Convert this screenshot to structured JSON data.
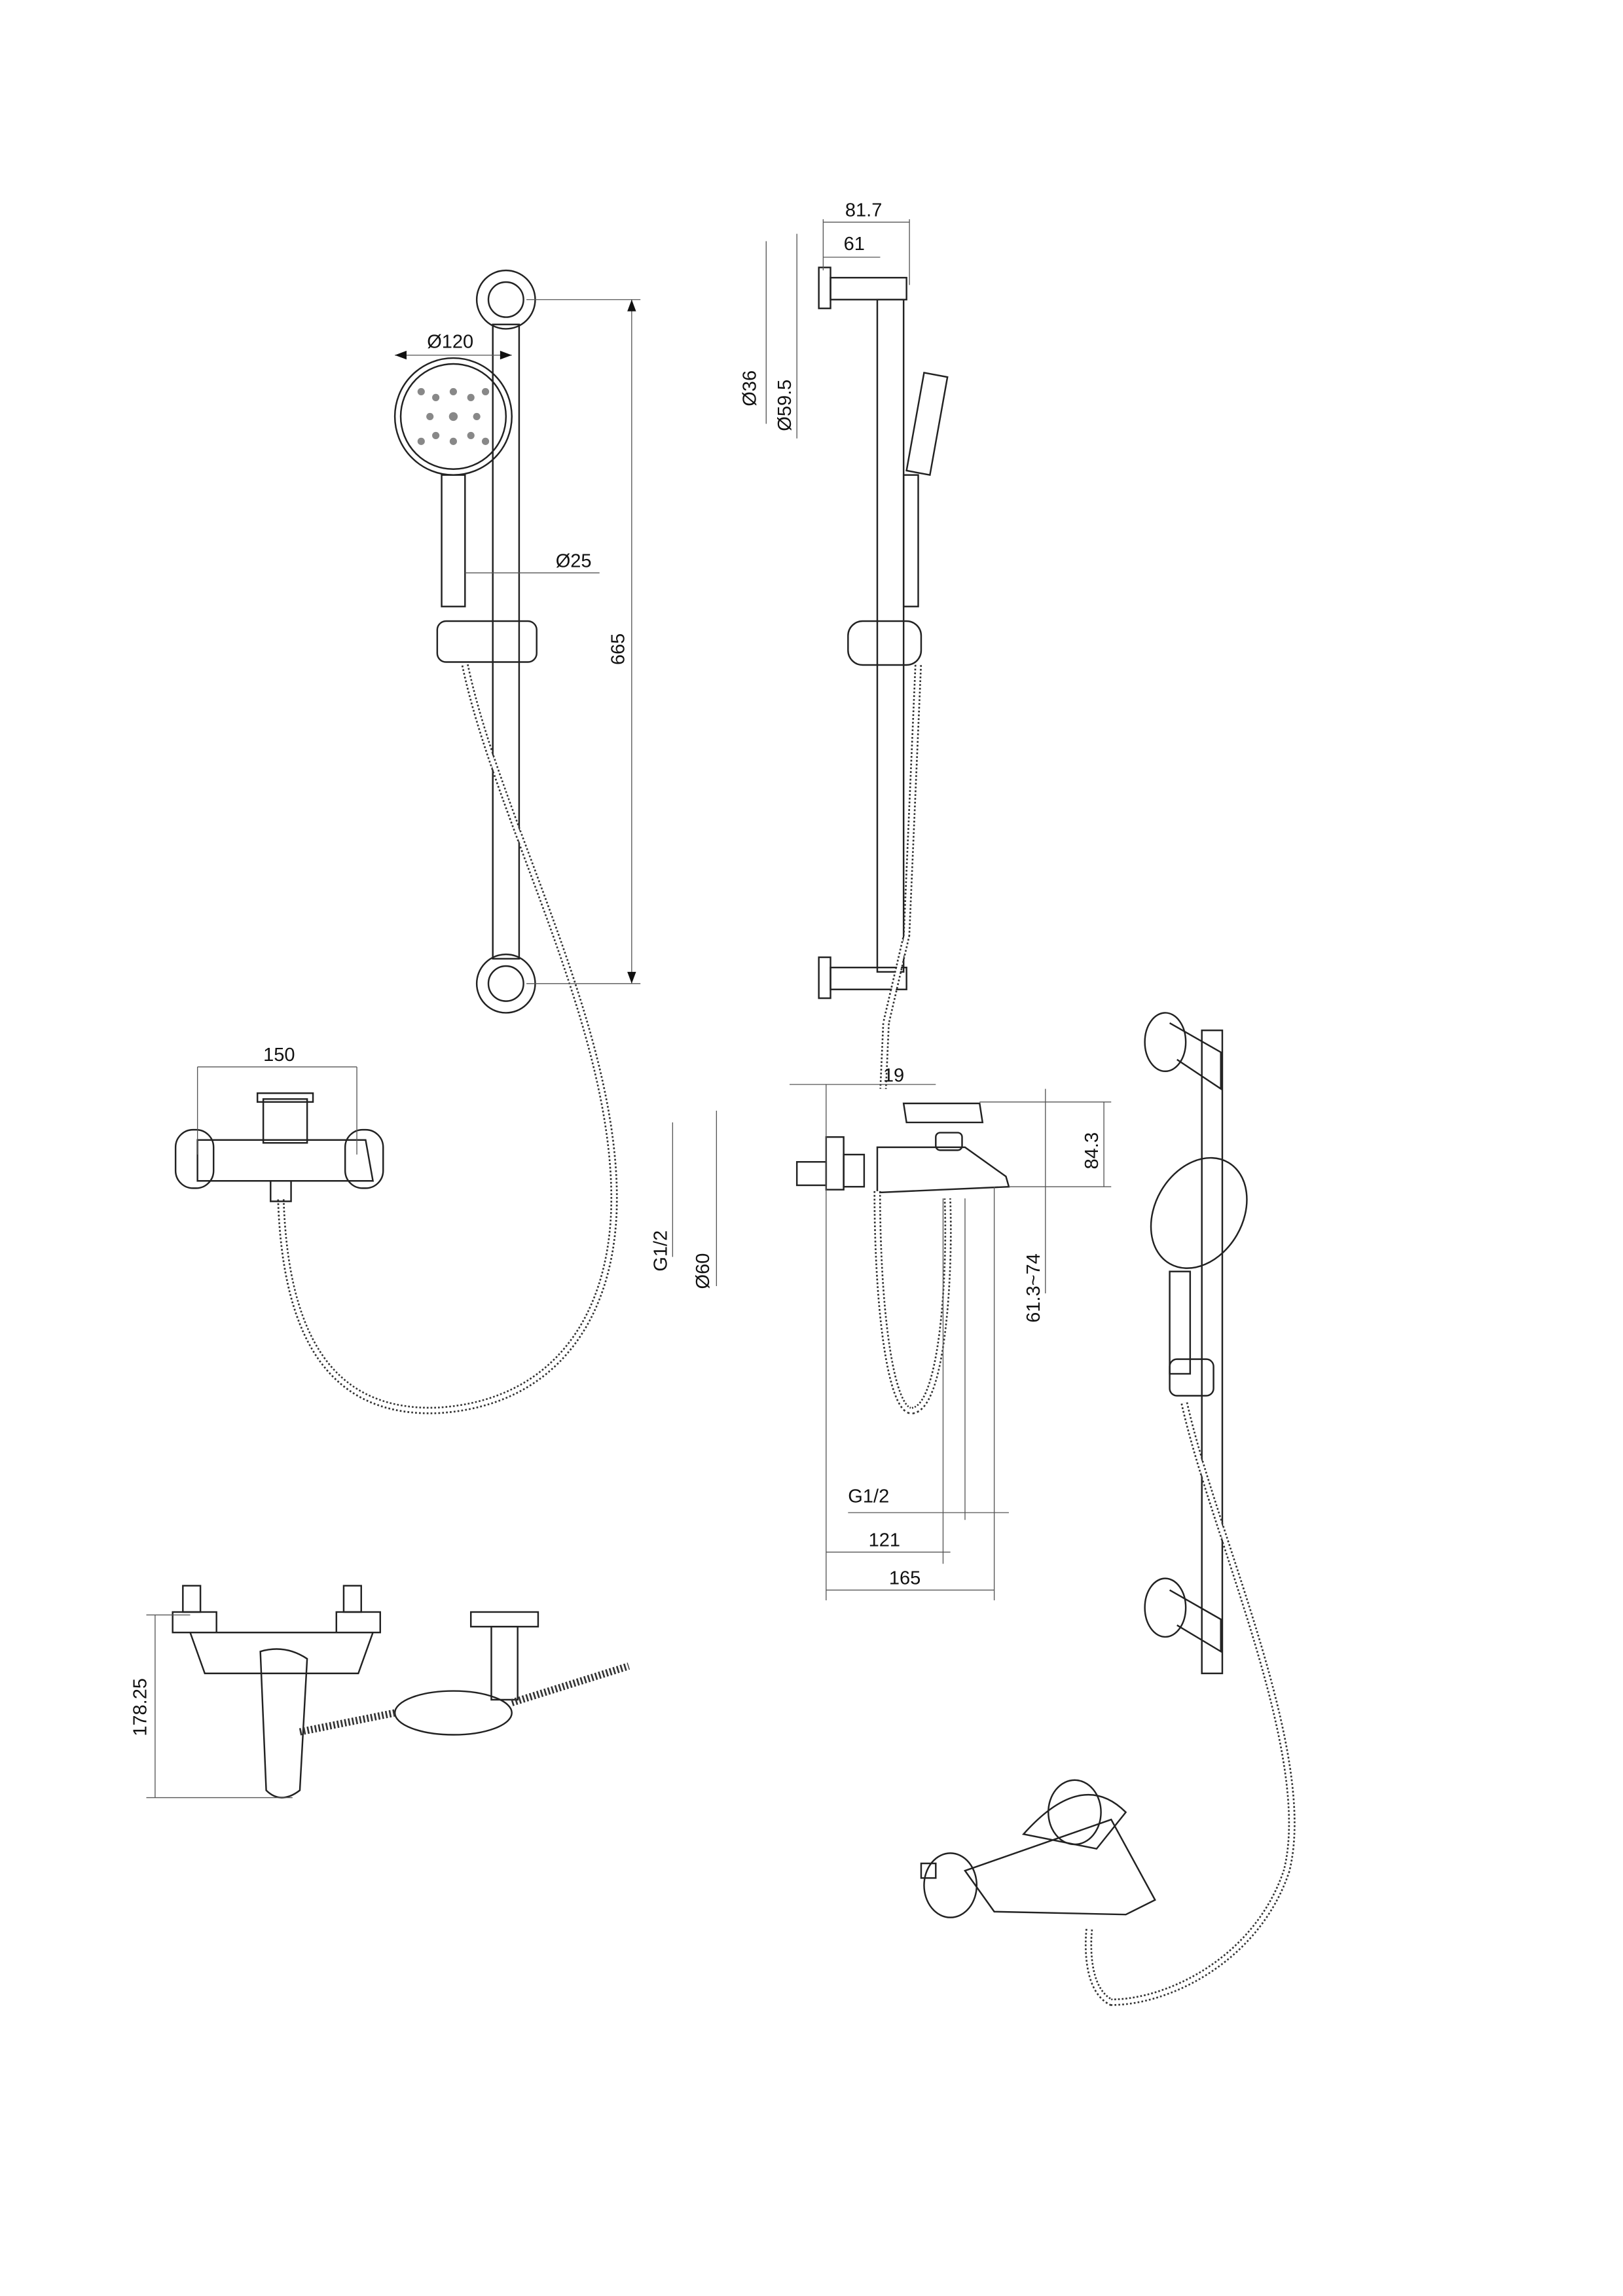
{
  "dimensions": {
    "bar_bracket_depth": "81.7",
    "bar_offset": "61",
    "bracket_diameter_small": "Ø36",
    "bracket_diameter_large": "Ø59.5",
    "handshower_diameter": "Ø120",
    "bar_diameter": "Ø25",
    "bar_length": "665",
    "mixer_centers": "150",
    "handle_offset": "19",
    "mixer_height": "84.3",
    "inlet_thread": "G1/2",
    "flange_diameter": "Ø60",
    "spout_height": "61.3~74",
    "outlet_thread": "G1/2",
    "outlet_projection": "121",
    "spout_projection": "165",
    "overall_height": "178.25"
  }
}
